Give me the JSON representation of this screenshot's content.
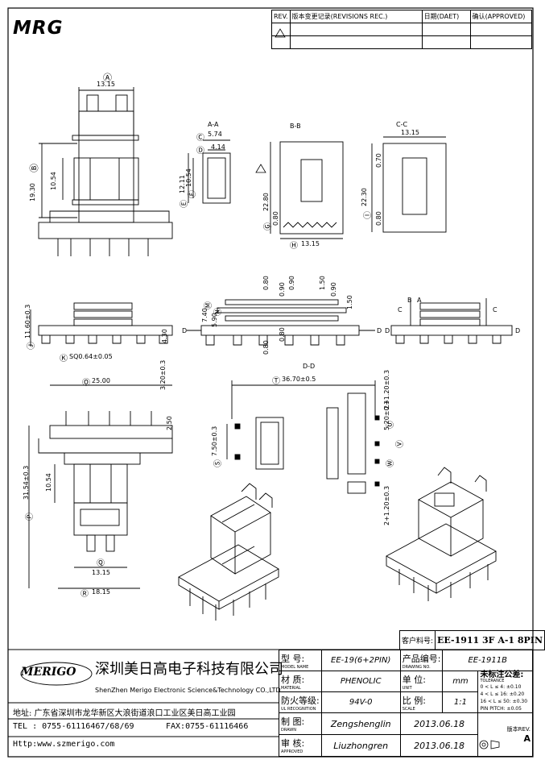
{
  "header": {
    "logo": "MRG",
    "rev": {
      "col_rev": "REV.",
      "col_record": "版本变更记录(REVISIONS REC.)",
      "col_date": "日期(DAET)",
      "col_approved": "确认(APPROVED)"
    }
  },
  "views": {
    "aa": "A-A",
    "bb": "B-B",
    "cc": "C-C",
    "dd": "D-D"
  },
  "dims": {
    "a": "13.15",
    "b": "19.30",
    "b_inner": "10.54",
    "aa_c": "5.74",
    "aa_d": "4.14",
    "aa_e": "12.11",
    "aa_f": "10.54",
    "bb_g": "22.80",
    "bb_g2": "0.80",
    "bb_h": "13.15",
    "cc_top": "13.15",
    "cc_070": "0.70",
    "cc_i": "22.30",
    "cc_080": "0.80",
    "side_j": "11.60±0.3",
    "side_k": "SQ0.64±0.05",
    "side_430": "4.30",
    "mid_080a": "0.80",
    "mid_090a": "0.90",
    "mid_090b": "0.90",
    "mid_150a": "1.50",
    "mid_090c": "0.90",
    "mid_150b": "1.50",
    "mid_m": "7.40",
    "mid_n": "5.90",
    "mid_080b": "0.80",
    "mid_080c": "0.80",
    "o": "25.00",
    "p": "31.54±0.3",
    "p_inner": "10.54",
    "q": "13.15",
    "r": "18.15",
    "v320": "3.20±0.3",
    "v250": "2.50",
    "t": "36.70±0.5",
    "u": "5.20±0.3",
    "s": "7.50±0.3",
    "top_120": "2+1.20±0.3",
    "bot_120": "2+1.20±0.3"
  },
  "markers": {
    "a": "Ⓐ",
    "b": "Ⓑ",
    "c": "Ⓒ",
    "d": "Ⓓ",
    "e": "Ⓔ",
    "f": "Ⓕ",
    "g": "Ⓖ",
    "h": "Ⓗ",
    "i": "Ⓘ",
    "j": "Ⓙ",
    "k": "Ⓚ",
    "m": "Ⓜ",
    "n": "Ⓝ",
    "o": "Ⓞ",
    "p": "Ⓟ",
    "q": "Ⓠ",
    "r": "Ⓡ",
    "s": "Ⓢ",
    "t": "Ⓣ",
    "u": "Ⓤ",
    "v": "Ⓥ",
    "w": "Ⓦ",
    "ab_a": "A",
    "ab_b": "B",
    "cc_c1": "C",
    "cc_c2": "C",
    "d1": "D",
    "d2": "D",
    "d3": "D",
    "d4": "D"
  },
  "title_block": {
    "part_label": "客户料号:",
    "part_no": "EE-1911 3F A-1 8PIN",
    "company_cn": "深圳美日高电子科技有限公司",
    "company_en": "ShenZhen Merigo Electronic Science&Technology CO.,LTD",
    "brand": "MERIGO",
    "model_label": "型  号:",
    "model_en": "MODEL NAME",
    "model": "EE-19(6+2PIN)",
    "drawing_label": "产品编号:",
    "drawing_en": "DRAWING NO.",
    "drawing_no": "EE-1911B",
    "material_label": "材  质:",
    "material_en": "MATERIAL",
    "material": "PHENOLIC",
    "unit_label": "单  位:",
    "unit_en": "UNIT",
    "unit": "mm",
    "tolerance_label": "未标注公差:",
    "tolerance_en": "TOLERANCE",
    "flame_label": "防火等级:",
    "flame_en": "UL RECOGNITION",
    "flame": "94V-0",
    "scale_label": "比  例:",
    "scale_en": "SCALE",
    "scale": "1:1",
    "tol1": "0 < L ≤ 4:   ±0.10",
    "tol2": "4 < L ≤ 16:  ±0.20",
    "tol3": "16 < L ≤ 50: ±0.30",
    "tol4": "PIN PITCH:  ±0.05",
    "address": "地址: 广东省深圳市龙华新区大浪街道浪口工业区美日高工业园",
    "tel": "TEL : 0755-61116467/68/69",
    "fax": "FAX:0755-61116466",
    "http": "Http:www.szmerigo.com",
    "drawn_label": "制  图:",
    "drawn_en": "DRAWN",
    "drawn": "Zengshenglin",
    "drawn_date": "2013.06.18",
    "approved_label": "审  核:",
    "approved_en": "APPROVED",
    "approved": "Liuzhongren",
    "approved_date": "2013.06.18",
    "rev_label": "版本REV.",
    "rev": "A"
  }
}
